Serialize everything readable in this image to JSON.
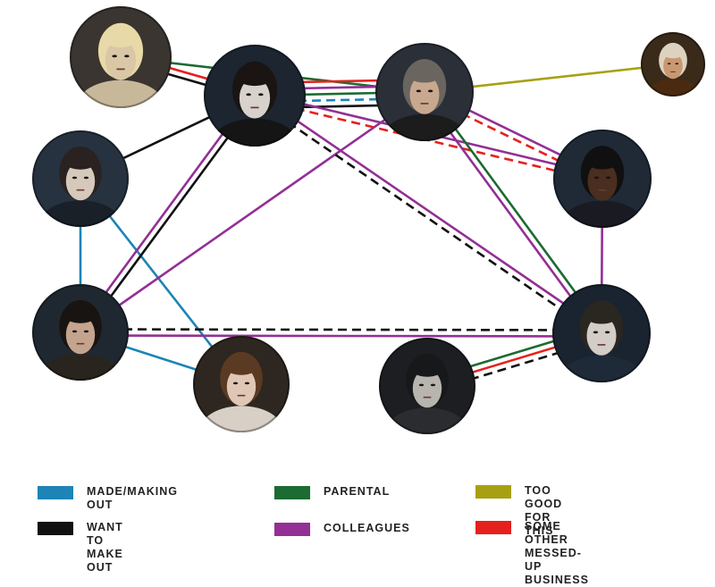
{
  "palette": {
    "made_out": "#1d84b5",
    "want": "#111111",
    "parental": "#1b6b32",
    "colleagues": "#932f95",
    "too_good": "#a8a013",
    "messed_up": "#e5211d",
    "bg": "#ffffff"
  },
  "nodes": [
    {
      "id": "blonde-woman",
      "fill": "#3a3530",
      "face": "#d9c7a6",
      "hair": "#e8d9a8",
      "coat": "#c8b89a"
    },
    {
      "id": "dark-haired-woman",
      "fill": "#1c2530",
      "face": "#d8d2cc",
      "hair": "#1a1412",
      "coat": "#151515"
    },
    {
      "id": "bearded-man",
      "fill": "#2a2f38",
      "face": "#c9a890",
      "hair": "#6b6560",
      "coat": "#1c1c1c"
    },
    {
      "id": "old-man",
      "fill": "#3a2a1a",
      "face": "#c89870",
      "hair": "#ddd2c0",
      "coat": "#4a2a10"
    },
    {
      "id": "young-man-long-hair",
      "fill": "#263240",
      "face": "#d6c8ba",
      "hair": "#2a2220",
      "coat": "#1a2028"
    },
    {
      "id": "man-in-hat",
      "fill": "#1f2a36",
      "face": "#4a2e20",
      "hair": "#101010",
      "coat": "#1a1a22"
    },
    {
      "id": "man-with-beard-stubble",
      "fill": "#1f2830",
      "face": "#c4a48e",
      "hair": "#181412",
      "coat": "#2a241e"
    },
    {
      "id": "curly-haired-woman",
      "fill": "#2e2620",
      "face": "#e0c6b4",
      "hair": "#5a3a22",
      "coat": "#d8cfc6"
    },
    {
      "id": "creature",
      "fill": "#1c1e22",
      "face": "#b8b4ae",
      "hair": "#16181a",
      "coat": "#2a2c30"
    },
    {
      "id": "pale-young-man",
      "fill": "#1a2430",
      "face": "#d4ccc6",
      "hair": "#2a2620",
      "coat": "#1e2a38"
    }
  ],
  "edges": [
    {
      "from": "blonde-woman",
      "to": "bearded-man",
      "type": "parental",
      "style": "solid"
    },
    {
      "from": "blonde-woman",
      "to": "dark-haired-woman",
      "type": "messed_up",
      "style": "solid"
    },
    {
      "from": "blonde-woman",
      "to": "dark-haired-woman",
      "type": "want",
      "style": "solid"
    },
    {
      "from": "dark-haired-woman",
      "to": "bearded-man",
      "type": "messed_up",
      "style": "solid"
    },
    {
      "from": "dark-haired-woman",
      "to": "bearded-man",
      "type": "colleagues",
      "style": "solid"
    },
    {
      "from": "dark-haired-woman",
      "to": "bearded-man",
      "type": "parental",
      "style": "solid"
    },
    {
      "from": "dark-haired-woman",
      "to": "bearded-man",
      "type": "made_out",
      "style": "dashed"
    },
    {
      "from": "dark-haired-woman",
      "to": "bearded-man",
      "type": "want",
      "style": "solid"
    },
    {
      "from": "bearded-man",
      "to": "old-man",
      "type": "too_good",
      "style": "solid"
    },
    {
      "from": "young-man-long-hair",
      "to": "dark-haired-woman",
      "type": "want",
      "style": "solid"
    },
    {
      "from": "young-man-long-hair",
      "to": "man-with-beard-stubble",
      "type": "made_out",
      "style": "solid"
    },
    {
      "from": "young-man-long-hair",
      "to": "curly-haired-woman",
      "type": "made_out",
      "style": "solid"
    },
    {
      "from": "man-with-beard-stubble",
      "to": "curly-haired-woman",
      "type": "made_out",
      "style": "solid"
    },
    {
      "from": "man-with-beard-stubble",
      "to": "dark-haired-woman",
      "type": "colleagues",
      "style": "solid"
    },
    {
      "from": "man-with-beard-stubble",
      "to": "dark-haired-woman",
      "type": "want",
      "style": "solid"
    },
    {
      "from": "man-with-beard-stubble",
      "to": "bearded-man",
      "type": "colleagues",
      "style": "solid"
    },
    {
      "from": "man-with-beard-stubble",
      "to": "pale-young-man",
      "type": "want",
      "style": "dashed"
    },
    {
      "from": "man-with-beard-stubble",
      "to": "pale-young-man",
      "type": "colleagues",
      "style": "solid"
    },
    {
      "from": "dark-haired-woman",
      "to": "man-in-hat",
      "type": "colleagues",
      "style": "solid"
    },
    {
      "from": "dark-haired-woman",
      "to": "man-in-hat",
      "type": "messed_up",
      "style": "dashed"
    },
    {
      "from": "dark-haired-woman",
      "to": "pale-young-man",
      "type": "colleagues",
      "style": "solid"
    },
    {
      "from": "dark-haired-woman",
      "to": "pale-young-man",
      "type": "want",
      "style": "dashed"
    },
    {
      "from": "bearded-man",
      "to": "man-in-hat",
      "type": "colleagues",
      "style": "solid"
    },
    {
      "from": "bearded-man",
      "to": "man-in-hat",
      "type": "messed_up",
      "style": "dashed"
    },
    {
      "from": "bearded-man",
      "to": "pale-young-man",
      "type": "parental",
      "style": "solid"
    },
    {
      "from": "bearded-man",
      "to": "pale-young-man",
      "type": "colleagues",
      "style": "solid"
    },
    {
      "from": "man-in-hat",
      "to": "pale-young-man",
      "type": "colleagues",
      "style": "solid"
    },
    {
      "from": "creature",
      "to": "pale-young-man",
      "type": "parental",
      "style": "solid"
    },
    {
      "from": "creature",
      "to": "pale-young-man",
      "type": "messed_up",
      "style": "solid"
    },
    {
      "from": "creature",
      "to": "pale-young-man",
      "type": "want",
      "style": "dashed"
    }
  ],
  "legend": [
    {
      "id": "made_out",
      "label": "MADE/MAKING OUT"
    },
    {
      "id": "want",
      "label": "WANT TO MAKE OUT"
    },
    {
      "id": "parental",
      "label": "PARENTAL"
    },
    {
      "id": "colleagues",
      "label": "COLLEAGUES"
    },
    {
      "id": "too_good",
      "label": "TOO GOOD FOR THIS"
    },
    {
      "id": "messed_up",
      "label": "SOME OTHER MESSED-\nUP BUSINESS"
    }
  ]
}
